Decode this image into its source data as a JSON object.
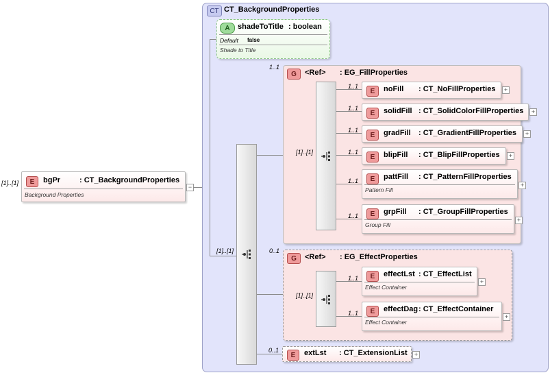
{
  "root": {
    "cardinality": "[1]..[1]",
    "badge": "E",
    "name": "bgPr",
    "type": ": CT_BackgroundProperties",
    "doc": "Background Properties",
    "collapse_symbol": "−"
  },
  "complex_type": {
    "badge": "CT",
    "name": "CT_BackgroundProperties"
  },
  "attribute": {
    "badge": "A",
    "name": "shadeToTitle",
    "type": ": boolean",
    "default_label": "Default",
    "default_value": "false",
    "doc": "Shade to Title"
  },
  "main_sequence": {
    "cardinality": "[1]..[1]"
  },
  "fill_group": {
    "cardinality": "1..1",
    "badge": "G",
    "ref_label": "<Ref>",
    "name": ": EG_FillProperties",
    "seq_cardinality": "[1]..[1]",
    "elements": [
      {
        "cardinality": "1..1",
        "badge": "E",
        "name": "noFill",
        "type": ": CT_NoFillProperties",
        "doc": ""
      },
      {
        "cardinality": "1..1",
        "badge": "E",
        "name": "solidFill",
        "type": ": CT_SolidColorFillProperties",
        "doc": ""
      },
      {
        "cardinality": "1..1",
        "badge": "E",
        "name": "gradFill",
        "type": ": CT_GradientFillProperties",
        "doc": ""
      },
      {
        "cardinality": "1..1",
        "badge": "E",
        "name": "blipFill",
        "type": ": CT_BlipFillProperties",
        "doc": ""
      },
      {
        "cardinality": "1..1",
        "badge": "E",
        "name": "pattFill",
        "type": ": CT_PatternFillProperties",
        "doc": "Pattern Fill"
      },
      {
        "cardinality": "1..1",
        "badge": "E",
        "name": "grpFill",
        "type": ": CT_GroupFillProperties",
        "doc": "Group Fill"
      }
    ]
  },
  "effect_group": {
    "cardinality": "0..1",
    "badge": "G",
    "ref_label": "<Ref>",
    "name": ": EG_EffectProperties",
    "seq_cardinality": "[1]..[1]",
    "elements": [
      {
        "cardinality": "1..1",
        "badge": "E",
        "name": "effectLst",
        "type": ": CT_EffectList",
        "doc": "Effect Container"
      },
      {
        "cardinality": "1..1",
        "badge": "E",
        "name": "effectDag",
        "type": ": CT_EffectContainer",
        "doc": "Effect Container"
      }
    ]
  },
  "ext_element": {
    "cardinality": "0..1",
    "badge": "E",
    "name": "extLst",
    "type": ": CT_ExtensionList"
  },
  "expand_symbol": "+"
}
